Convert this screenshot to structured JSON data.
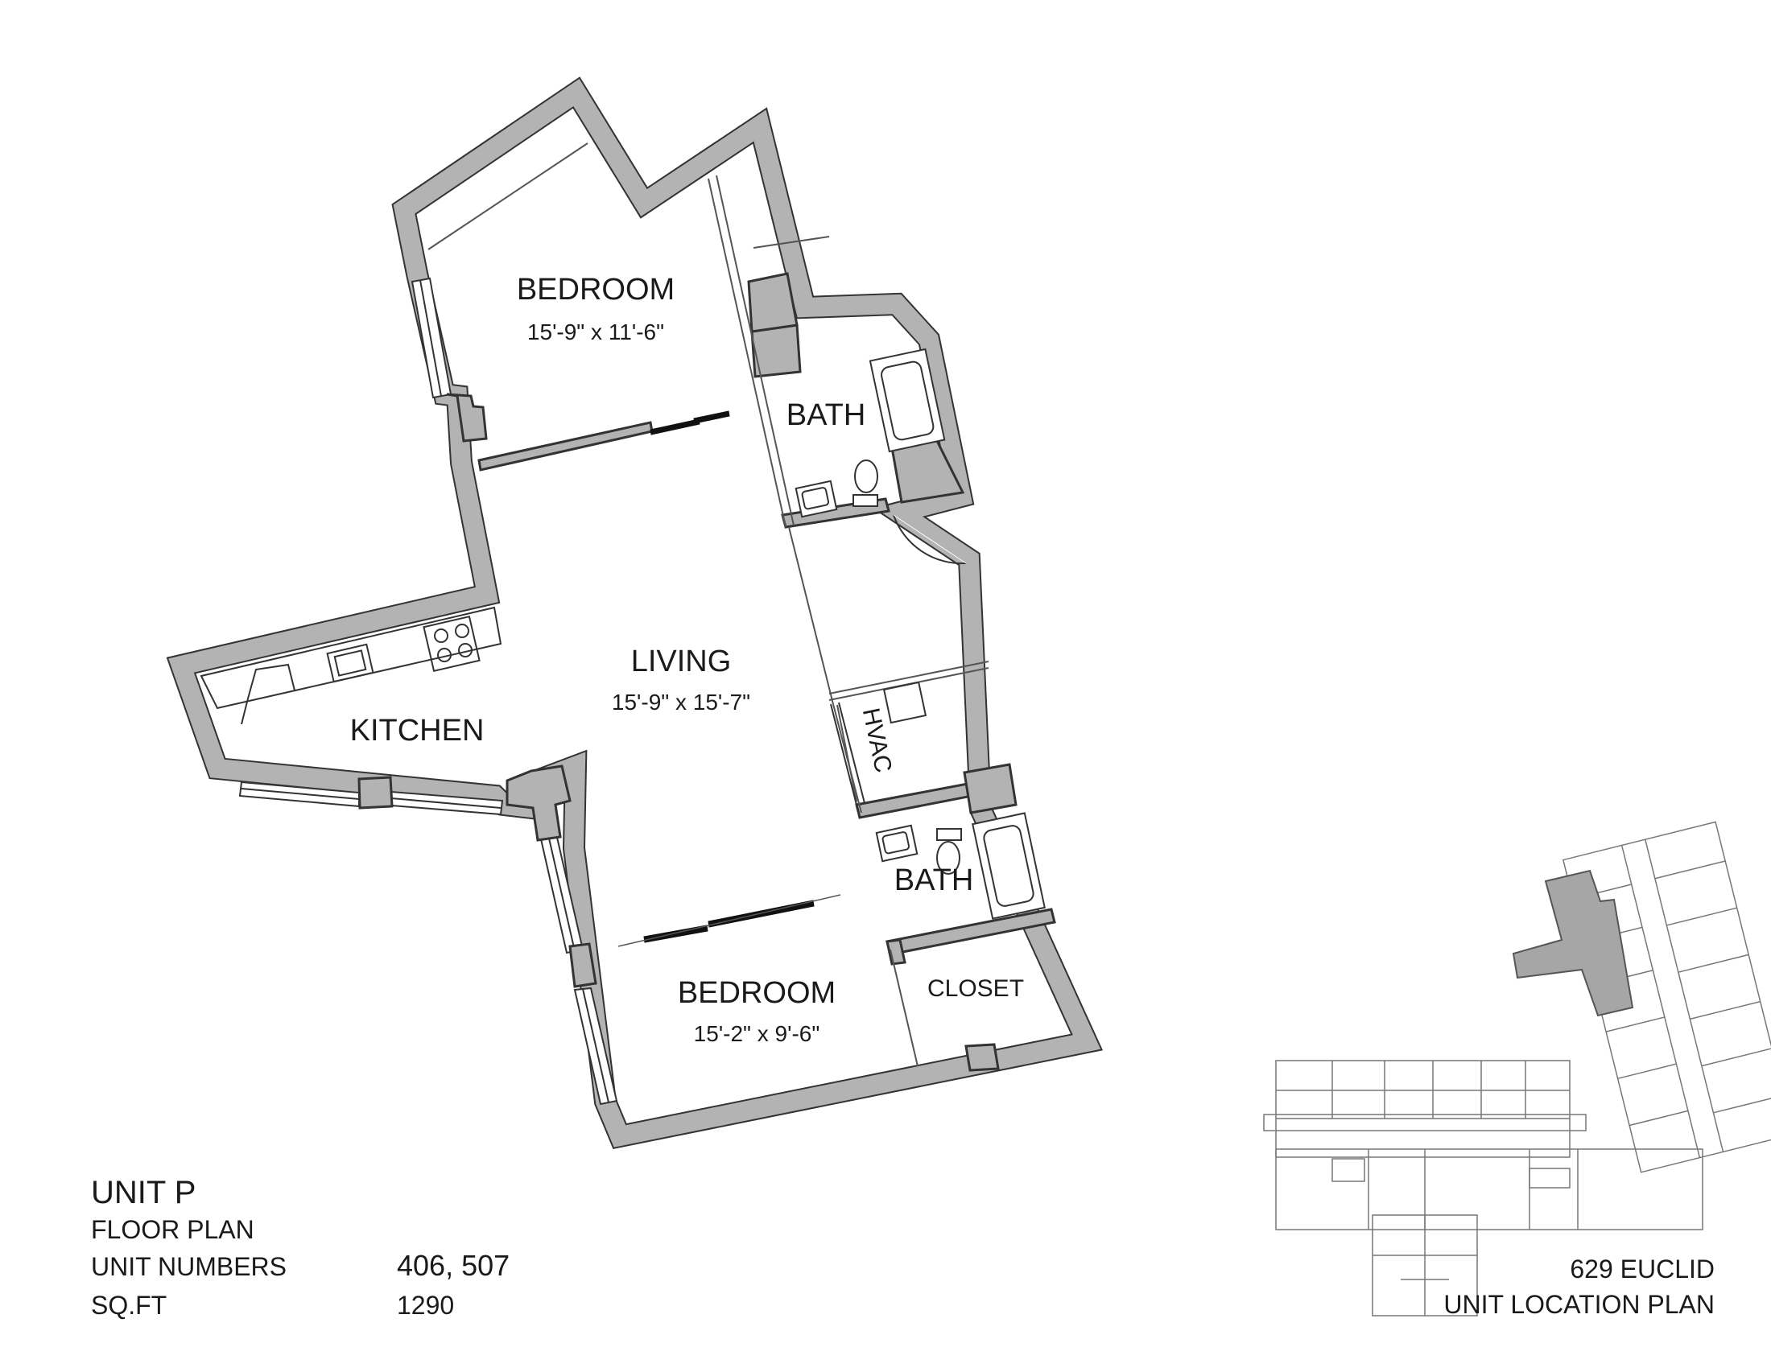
{
  "rooms": {
    "bedroom_top": {
      "name": "BEDROOM",
      "dims": "15'-9\" x 11'-6\""
    },
    "bath_top": {
      "name": "BATH"
    },
    "living": {
      "name": "LIVING",
      "dims": "15'-9\" x 15'-7\""
    },
    "kitchen": {
      "name": "KITCHEN"
    },
    "hvac": {
      "name": "HVAC"
    },
    "bath_bottom": {
      "name": "BATH"
    },
    "bedroom_bottom": {
      "name": "BEDROOM",
      "dims": "15'-2\" x 9'-6\""
    },
    "closet": {
      "name": "CLOSET"
    }
  },
  "unit_info": {
    "title": "UNIT P",
    "subtitle": "FLOOR PLAN",
    "numbers_label": "UNIT NUMBERS",
    "numbers_value": "406, 507",
    "sqft_label": "SQ.FT",
    "sqft_value": "1290"
  },
  "location_plan": {
    "building": "629 EUCLID",
    "caption": "UNIT LOCATION PLAN"
  },
  "colors": {
    "wall_fill": "#b3b3b3",
    "line": "#333333",
    "highlight": "#a6a6a6"
  }
}
